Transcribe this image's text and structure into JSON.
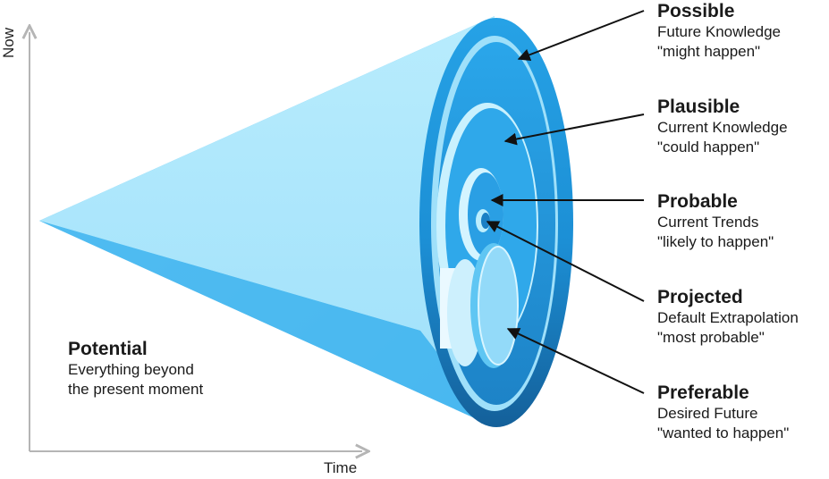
{
  "axes": {
    "x_label": "Time",
    "y_label": "Now"
  },
  "potential": {
    "title": "Potential",
    "line1": "Everything beyond",
    "line2": "the present moment"
  },
  "futures": [
    {
      "title": "Possible",
      "subtitle": "Future Knowledge",
      "quote": "\"might happen\""
    },
    {
      "title": "Plausible",
      "subtitle": "Current Knowledge",
      "quote": "\"could happen\""
    },
    {
      "title": "Probable",
      "subtitle": "Current Trends",
      "quote": "\"likely  to happen\""
    },
    {
      "title": "Projected",
      "subtitle": "Default Extrapolation",
      "quote": "\"most probable\""
    },
    {
      "title": "Preferable",
      "subtitle": "Desired Future",
      "quote": "\"wanted to happen\""
    }
  ],
  "colors": {
    "cone_light": "#a6e4fb",
    "cone_mid": "#5cc3f2",
    "outer_ring": "#1e8fd6",
    "outer_ring_dark": "#15659f",
    "inner_face": "#2fa8ea",
    "preferable": "#8fd8f8",
    "axis": "#b5b5b5"
  }
}
